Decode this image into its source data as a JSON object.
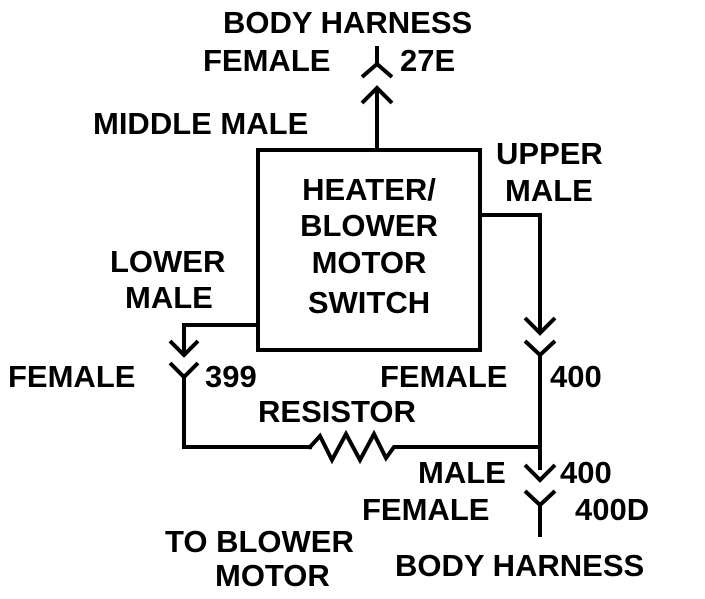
{
  "labels": {
    "body_harness_top": "BODY HARNESS",
    "female_top": "FEMALE",
    "code_27e": "27E",
    "middle_male": "MIDDLE MALE",
    "upper": "UPPER",
    "upper_male": "MALE",
    "switch_line1": "HEATER/",
    "switch_line2": "BLOWER",
    "switch_line3": "MOTOR",
    "switch_line4": "SWITCH",
    "lower": "LOWER",
    "lower_male": "MALE",
    "female_left": "FEMALE",
    "code_399": "399",
    "female_right": "FEMALE",
    "code_400_upper": "400",
    "resistor": "RESISTOR",
    "male_bottom": "MALE",
    "code_400_lower": "400",
    "female_bottom": "FEMALE",
    "code_400d": "400D",
    "to_blower": "TO BLOWER",
    "motor": "MOTOR",
    "body_harness_bottom": "BODY HARNESS"
  },
  "colors": {
    "line": "#000000",
    "background": "#ffffff"
  }
}
